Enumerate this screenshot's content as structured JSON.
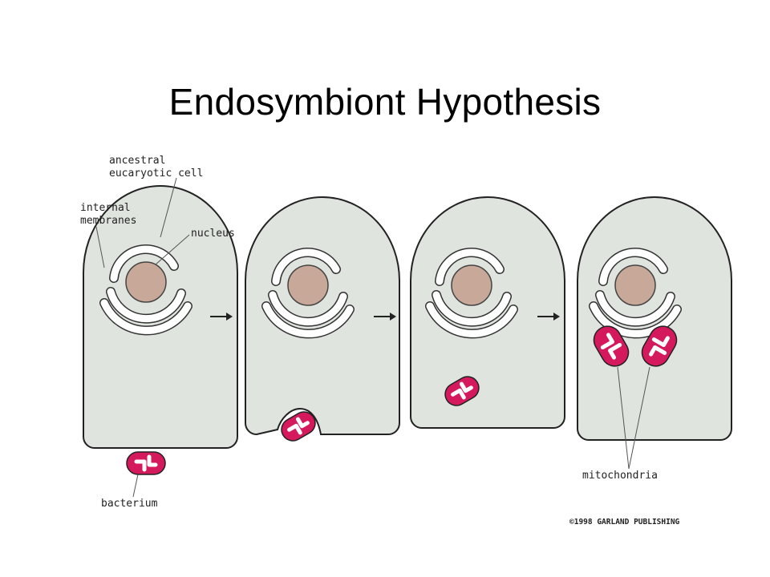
{
  "title": "Endosymbiont Hypothesis",
  "labels": {
    "ancestral_line1": "ancestral",
    "ancestral_line2": "eucaryotic cell",
    "internal_line1": "internal",
    "internal_line2": "membranes",
    "nucleus": "nucleus",
    "bacterium": "bacterium",
    "mitochondria": "mitochondria",
    "copyright": "©1998 GARLAND PUBLISHING"
  },
  "colors": {
    "cell_fill": "#dfe4de",
    "nucleus_fill": "#c8a898",
    "mitochondrion_fill": "#d4195c",
    "text": "#222222"
  }
}
